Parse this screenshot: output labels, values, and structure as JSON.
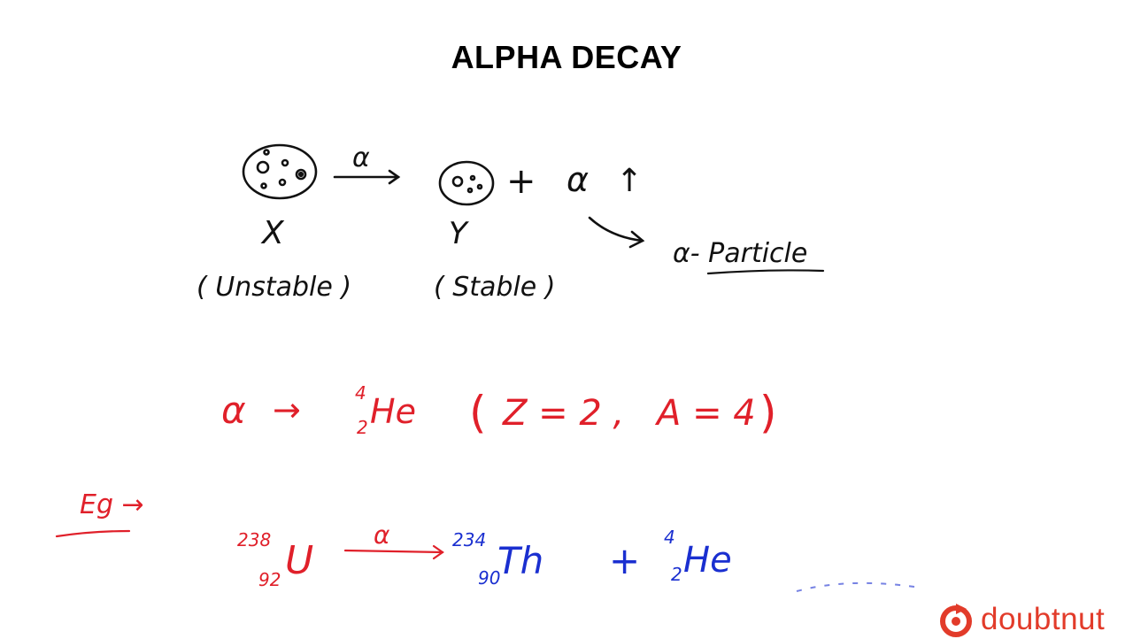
{
  "title": "ALPHA DECAY",
  "diagram": {
    "process_symbol": "α",
    "plus": "+",
    "emitted": "α",
    "emitted_arrow": "↑",
    "parent_label": "X",
    "daughter_label": "Y",
    "parent_note": "( Unstable )",
    "daughter_note": "( Stable )",
    "particle_label": "α- Particle"
  },
  "definition": {
    "alpha": "α",
    "arrow": "→",
    "mass_number": "4",
    "atomic_number": "2",
    "symbol": "He",
    "paren_open": "(",
    "z_part": "Z = 2 ,",
    "a_part": "A = 4",
    "paren_close": ")"
  },
  "example": {
    "prefix": "Eg →",
    "parent": {
      "mass": "238",
      "atomic": "92",
      "symbol": "U"
    },
    "process_symbol": "α",
    "daughter": {
      "mass": "234",
      "atomic": "90",
      "symbol": "Th"
    },
    "plus": "+",
    "emitted": {
      "mass": "4",
      "atomic": "2",
      "symbol": "He"
    }
  },
  "brand": {
    "name": "doubtnut"
  },
  "colors": {
    "black_ink": "#111111",
    "red_ink": "#e0202a",
    "blue_ink": "#1a2fd0",
    "brand": "#e23b2a"
  }
}
